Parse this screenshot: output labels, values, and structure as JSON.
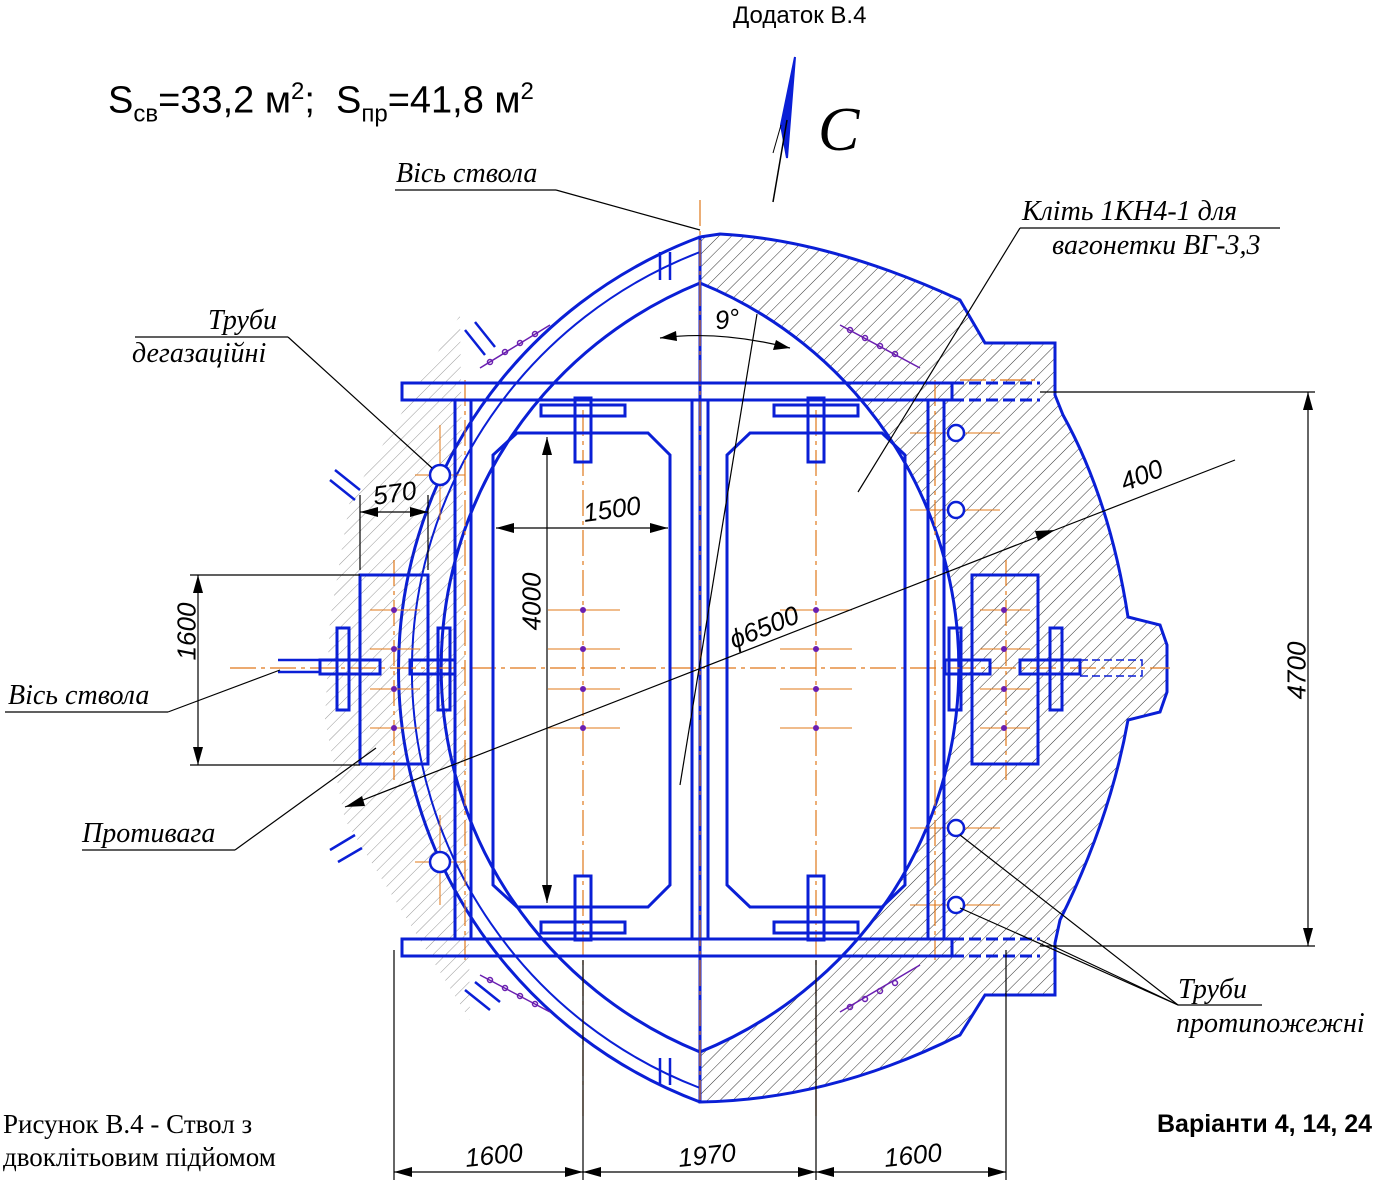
{
  "appendix": "Додаток В.4",
  "formula": {
    "s_sv_label": "S",
    "s_sv_sub": "св",
    "s_sv_value": "=33,2 м",
    "s_pr_label": "S",
    "s_pr_sub": "пр",
    "s_pr_value": "=41,8 м",
    "power": "2",
    "separator": ";"
  },
  "north_label": "С",
  "labels": {
    "axis_top": "Вісь ствола",
    "axis_left": "Вісь ствола",
    "cage_line1": "Кліть 1КН4-1  для",
    "cage_line2": "вагонетки  ВГ-3,3",
    "degas_line1": "Труби",
    "degas_line2": "дегазаційні",
    "counterweight": "Противага",
    "fire_line1": "Труби",
    "fire_line2": "протипожежні"
  },
  "dimensions": {
    "angle": "9°",
    "d570": "570",
    "d1500": "1500",
    "d4000": "4000",
    "d1600_left": "1600",
    "d4700": "4700",
    "d400": "400",
    "diameter": "ϕ6500",
    "bottom_left": "1600",
    "bottom_mid": "1970",
    "bottom_right": "1600"
  },
  "caption": "Рисунок В.4 - Ствол з двоклітьовим підйомом",
  "variants": "Варіанти 4, 14, 24",
  "colors": {
    "structure": "#0a1fd6",
    "centerline": "#e0781a",
    "line": "#000000",
    "bolts": "#6a1fb0"
  }
}
